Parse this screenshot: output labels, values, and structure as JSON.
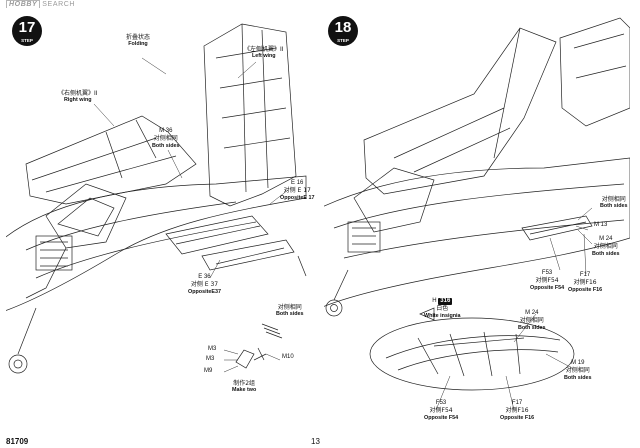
{
  "watermark": {
    "box": "HOBBY",
    "text": "SEARCH"
  },
  "footer": {
    "product_code": "81709",
    "page_number": "13"
  },
  "left_page": {
    "step": {
      "number": "17",
      "word": "STEP"
    },
    "callouts": [
      {
        "cn": "折叠状态",
        "en": "Folding"
      },
      {
        "cn": "《左侧机翼》II",
        "en": "Left wing"
      },
      {
        "cn": "《右侧机翼》II",
        "en": "Right wing"
      },
      {
        "code": "M 36",
        "cn": "对侧相同",
        "en": "Both sides"
      },
      {
        "code": "E 16",
        "cn": "对侧 E 17",
        "en": "OppositeE 17"
      },
      {
        "code": "E 36",
        "cn": "对侧 E 37",
        "en": "OppositeE37"
      },
      {
        "cn": "对侧相同",
        "en": "Both sides"
      },
      {
        "code": "M3"
      },
      {
        "code": "M3"
      },
      {
        "code": "M9"
      },
      {
        "code": "M10"
      },
      {
        "cn": "制作2组",
        "en": "Make two"
      }
    ]
  },
  "right_page": {
    "step": {
      "number": "18",
      "word": "STEP"
    },
    "callouts": [
      {
        "cn": "对侧相同",
        "en": "Both sides"
      },
      {
        "code": "M 13"
      },
      {
        "code": "M 24",
        "cn": "对侧相同",
        "en": "Both sides"
      },
      {
        "code": "F53",
        "cn": "对侧F54",
        "en": "Opposite F54"
      },
      {
        "code": "F17",
        "cn": "对侧F16",
        "en": "Opposite F16"
      },
      {
        "code": "H",
        "tag": "316",
        "cn": "白色",
        "en": "White insignia"
      },
      {
        "code": "M 24",
        "cn": "对侧相同",
        "en": "Both sides"
      },
      {
        "code": "M 19",
        "cn": "对侧相同",
        "en": "Both sides"
      },
      {
        "code": "F53",
        "cn": "对侧F54",
        "en": "Opposite F54"
      },
      {
        "code": "F17",
        "cn": "对侧F16",
        "en": "Opposite F16"
      }
    ]
  }
}
